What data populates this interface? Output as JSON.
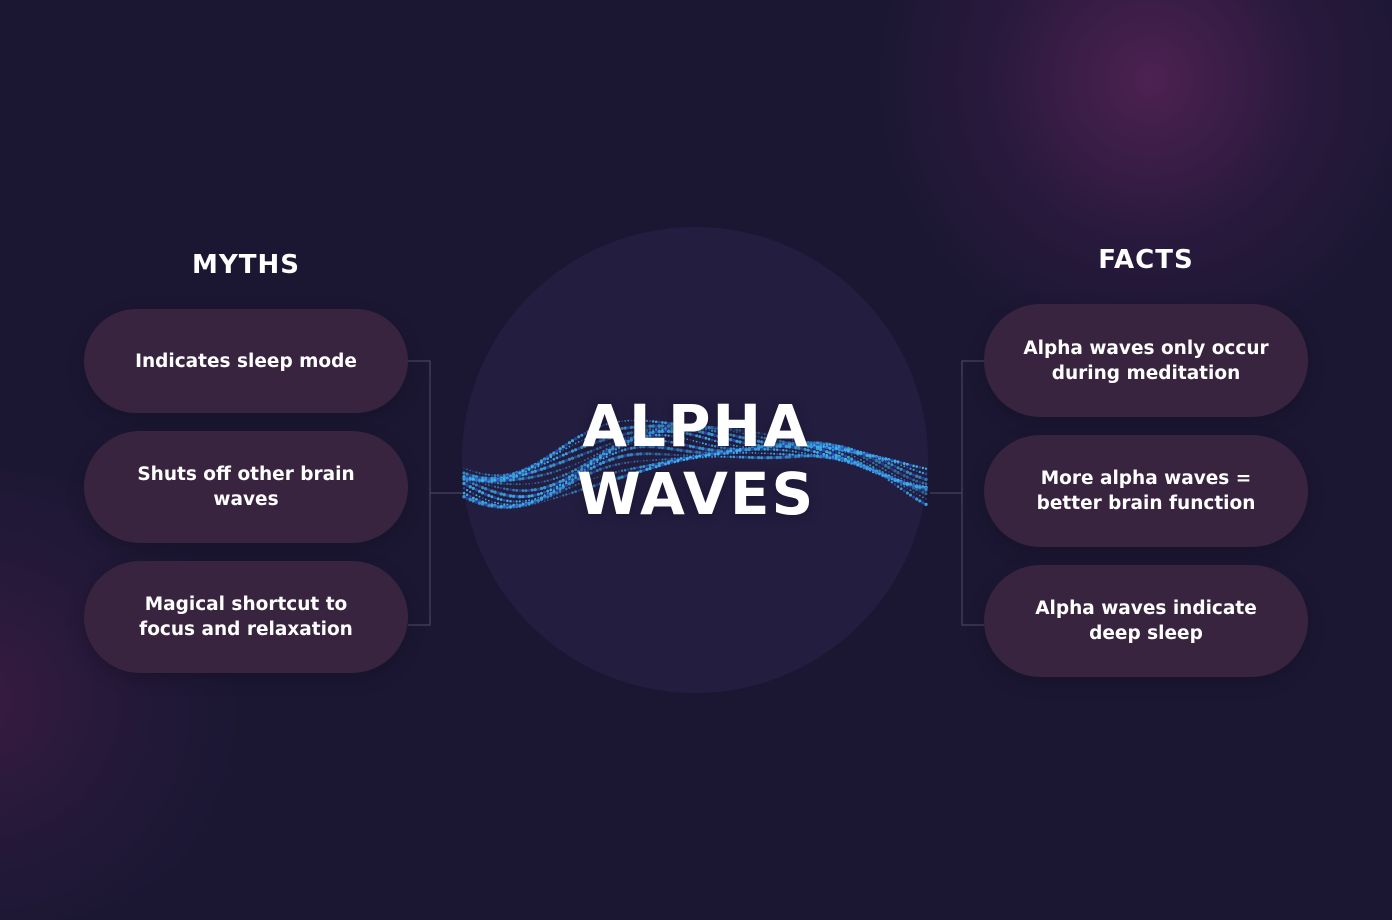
{
  "center": {
    "title_line1": "ALPHA",
    "title_line2": "WAVES"
  },
  "myths": {
    "heading": "MYTHS",
    "items": [
      "Indicates sleep mode",
      "Shuts off other brain waves",
      "Magical shortcut to focus and relaxation"
    ]
  },
  "facts": {
    "heading": "FACTS",
    "items": [
      "Alpha waves only occur during meditation",
      "More alpha waves = better brain function",
      "Alpha waves indicate deep sleep"
    ]
  },
  "colors": {
    "background": "#1b1733",
    "circle": "#231e3f",
    "pill": "#38243f",
    "connector": "#4a4060",
    "wave_light": "#3fb8e8",
    "wave_dark": "#2a4bd0"
  },
  "icons": [
    "alpha-wave-particle-graphic"
  ]
}
